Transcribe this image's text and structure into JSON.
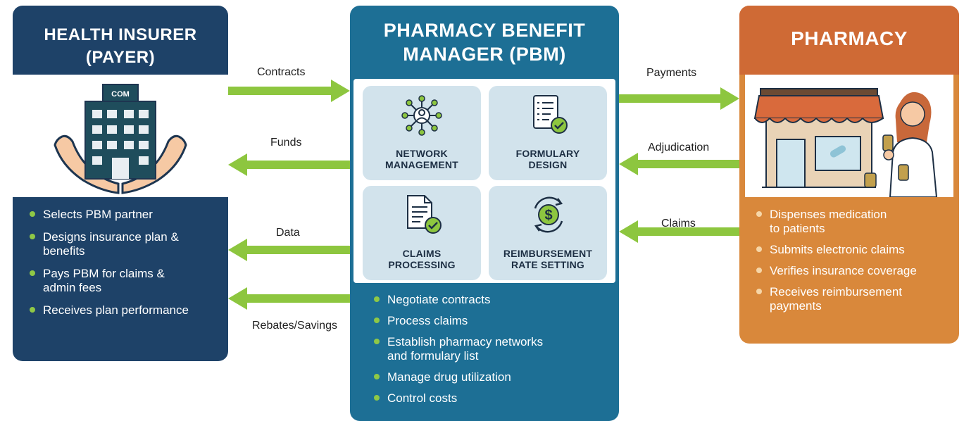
{
  "colors": {
    "insurer_panel": "#1e4268",
    "pbm_panel": "#1d6f95",
    "pharmacy_panel": "#d9883b",
    "arrow": "#8dc63f",
    "tile": "#d2e3ec"
  },
  "insurer": {
    "title_line1": "HEALTH INSURER",
    "title_line2": "(PAYER)",
    "icon": "building-in-hands-icon",
    "building_sign": "COM",
    "bullets": [
      {
        "line1": "Selects PBM partner",
        "line2": ""
      },
      {
        "line1": "Designs insurance plan &",
        "line2": "benefits"
      },
      {
        "line1": "Pays PBM for claims &",
        "line2": "admin fees"
      },
      {
        "line1": "Receives plan performance",
        "line2": ""
      }
    ]
  },
  "pbm": {
    "title_line1": "PHARMACY BENEFIT",
    "title_line2": "MANAGER (PBM)",
    "tiles": [
      {
        "icon": "network-icon",
        "line1": "NETWORK",
        "line2": "MANAGEMENT"
      },
      {
        "icon": "formulary-checklist-icon",
        "line1": "FORMULARY",
        "line2": "DESIGN"
      },
      {
        "icon": "claims-document-icon",
        "line1": "CLAIMS",
        "line2": "PROCESSING"
      },
      {
        "icon": "dollar-refresh-icon",
        "line1": "REIMBURSEMENT",
        "line2": "RATE SETTING"
      }
    ],
    "bullets": [
      {
        "line1": "Negotiate contracts",
        "line2": ""
      },
      {
        "line1": "Process claims",
        "line2": ""
      },
      {
        "line1": "Establish pharmacy networks",
        "line2": "and formulary list"
      },
      {
        "line1": "Manage drug utilization",
        "line2": ""
      },
      {
        "line1": "Control costs",
        "line2": ""
      }
    ]
  },
  "pharmacy": {
    "title": "PHARMACY",
    "icon": "pharmacy-store-pharmacist-icon",
    "bullets": [
      {
        "line1": "Dispenses medication",
        "line2": "to patients"
      },
      {
        "line1": "Submits electronic claims",
        "line2": ""
      },
      {
        "line1": "Verifies insurance coverage",
        "line2": ""
      },
      {
        "line1": "Receives reimbursement",
        "line2": "payments"
      }
    ]
  },
  "arrows": {
    "contracts": "Contracts",
    "funds": "Funds",
    "data": "Data",
    "rebates": "Rebates/Savings",
    "payments": "Payments",
    "adjudication": "Adjudication",
    "claims": "Claims"
  }
}
